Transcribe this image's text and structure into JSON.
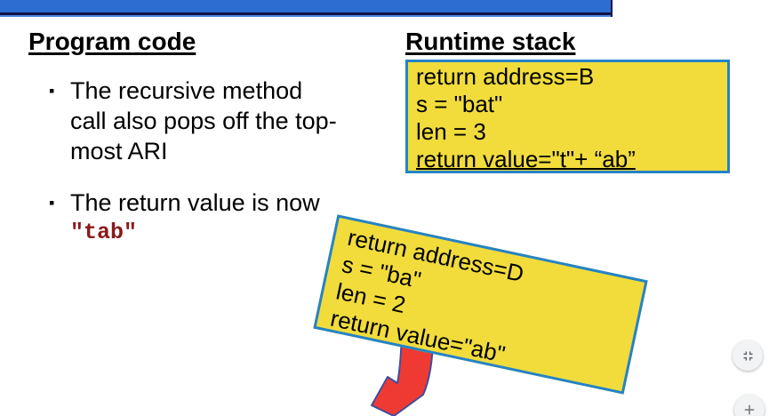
{
  "slide": {
    "left_heading": "Program code",
    "right_heading": "Runtime stack",
    "bullet_char": "▪",
    "bullets": [
      {
        "lines": [
          "The recursive method",
          "call also pops off the top-",
          "most ARI"
        ]
      },
      {
        "lines": [
          "The return value is now"
        ],
        "code": "\"tab\""
      }
    ],
    "stack_box": {
      "lines": [
        "return address=B",
        "s = \"bat\"",
        "len = 3",
        "return value=\"t\"+ “ab”"
      ]
    },
    "popped_box": {
      "lines": [
        "return address=D",
        "s = \"ba\"",
        "len = 2",
        "return value=\"ab\""
      ]
    }
  },
  "controls": {
    "exit_fullscreen": {
      "icon": "fullscreen-exit-icon"
    },
    "zoom_in": {
      "icon": "plus-icon"
    }
  },
  "colors": {
    "accent_bar_blue": "#2c6dd2",
    "accent_bar_shadow": "#13134a",
    "frame_fill_yellow": "#f1dc3c",
    "frame_border_blue": "#2583c6",
    "arrow_red": "#ee3a33",
    "arrow_outline": "#3f4d9e",
    "code_red": "#8b1a1a"
  }
}
